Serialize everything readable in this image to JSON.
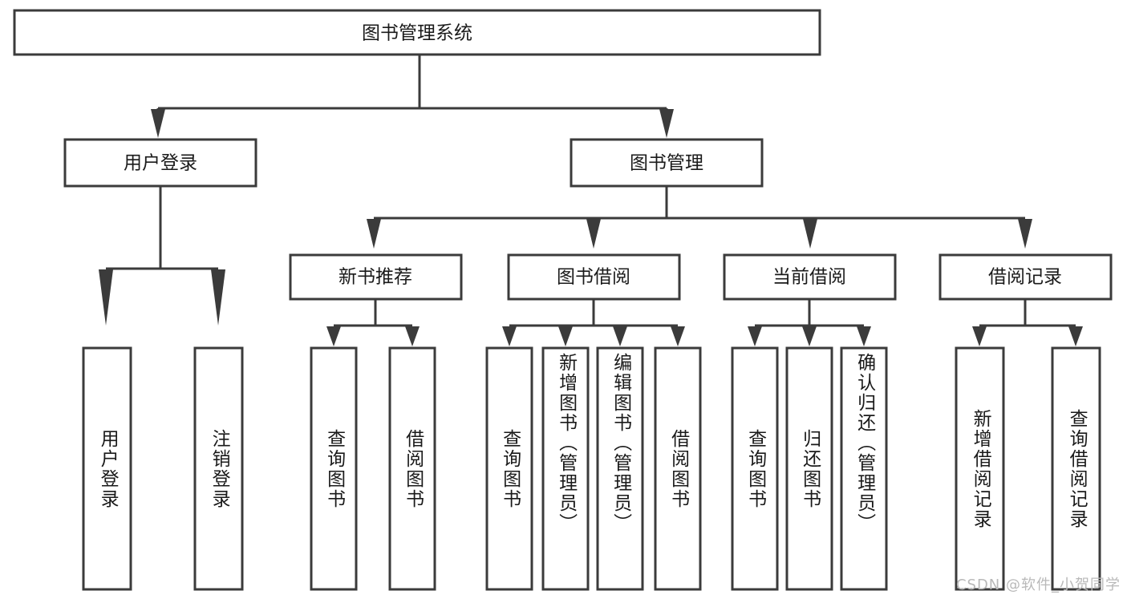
{
  "diagram": {
    "type": "tree",
    "title": "图书管理系统",
    "orientation": "top-down",
    "levels": 4,
    "root": {
      "id": "root",
      "label": "图书管理系统",
      "text_direction": "horizontal"
    },
    "level2": [
      {
        "id": "user-login",
        "label": "用户登录",
        "text_direction": "horizontal"
      },
      {
        "id": "book-manage",
        "label": "图书管理",
        "text_direction": "horizontal"
      }
    ],
    "level3": [
      {
        "id": "new-book-rec",
        "label": "新书推荐",
        "text_direction": "horizontal",
        "parent": "book-manage"
      },
      {
        "id": "book-borrow",
        "label": "图书借阅",
        "text_direction": "horizontal",
        "parent": "book-manage"
      },
      {
        "id": "current-borrow",
        "label": "当前借阅",
        "text_direction": "horizontal",
        "parent": "book-manage"
      },
      {
        "id": "borrow-record",
        "label": "借阅记录",
        "text_direction": "horizontal",
        "parent": "book-manage"
      }
    ],
    "leaves": [
      {
        "id": "leaf-user-login",
        "label": "用户登录",
        "parent": "user-login",
        "text_direction": "vertical"
      },
      {
        "id": "leaf-user-logout",
        "label": "注销登录",
        "parent": "user-login",
        "text_direction": "vertical"
      },
      {
        "id": "leaf-query-book-1",
        "label": "查询图书",
        "parent": "new-book-rec",
        "text_direction": "vertical"
      },
      {
        "id": "leaf-borrow-book-1",
        "label": "借阅图书",
        "parent": "new-book-rec",
        "text_direction": "vertical"
      },
      {
        "id": "leaf-query-book-2",
        "label": "查询图书",
        "parent": "book-borrow",
        "text_direction": "vertical"
      },
      {
        "id": "leaf-add-book",
        "label": "新增图书（管理员）",
        "parent": "book-borrow",
        "text_direction": "vertical"
      },
      {
        "id": "leaf-edit-book",
        "label": "编辑图书（管理员）",
        "parent": "book-borrow",
        "text_direction": "vertical"
      },
      {
        "id": "leaf-borrow-book-2",
        "label": "借阅图书",
        "parent": "book-borrow",
        "text_direction": "vertical"
      },
      {
        "id": "leaf-query-book-3",
        "label": "查询图书",
        "parent": "current-borrow",
        "text_direction": "vertical"
      },
      {
        "id": "leaf-return-book",
        "label": "归还图书",
        "parent": "current-borrow",
        "text_direction": "vertical"
      },
      {
        "id": "leaf-confirm-return",
        "label": "确认归还（管理员）",
        "parent": "current-borrow",
        "text_direction": "vertical"
      },
      {
        "id": "leaf-add-record",
        "label": "新增借阅记录",
        "parent": "borrow-record",
        "text_direction": "vertical"
      },
      {
        "id": "leaf-query-record",
        "label": "查询借阅记录",
        "parent": "borrow-record",
        "text_direction": "vertical"
      }
    ]
  },
  "colors": {
    "background": "#ffffff",
    "box_fill": "#ffffff",
    "box_stroke": "#3b3b3b",
    "connector": "#3b3b3b",
    "text": "#1a1a1a",
    "watermark": "#b9b9b9"
  },
  "watermark": {
    "text": "CSDN @软件_小贺同学"
  }
}
